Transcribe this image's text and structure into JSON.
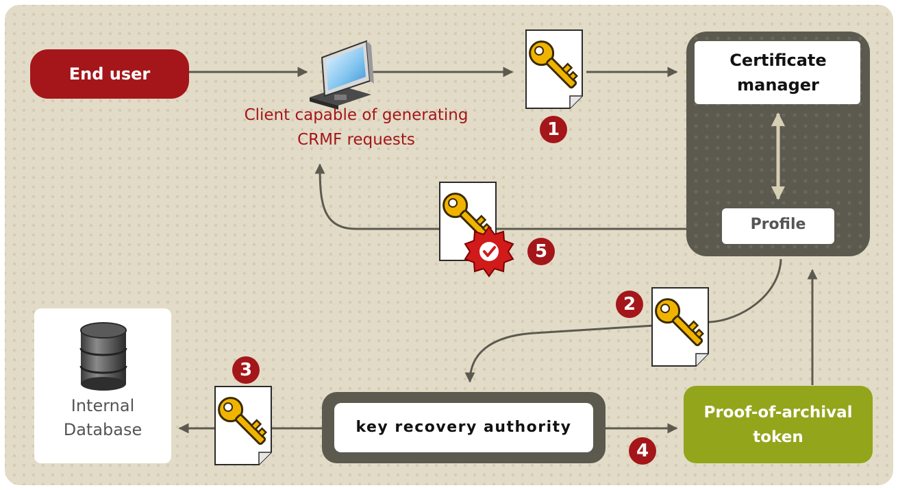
{
  "nodes": {
    "end_user": "End user",
    "client": [
      "Client capable of generating",
      "CRMF requests"
    ],
    "certificate_manager": [
      "Certificate",
      "manager"
    ],
    "profile": "Profile",
    "internal_database": [
      "Internal",
      "Database"
    ],
    "key_recovery_authority": "key recovery authority",
    "proof_of_archival": [
      "Proof-of-archival",
      "token"
    ]
  },
  "steps": [
    "1",
    "2",
    "3",
    "4",
    "5"
  ],
  "colors": {
    "background": "#e2dbc7",
    "accent_red": "#a4161a",
    "dark_panel": "#5c5a4f",
    "green_token": "#93a51b",
    "key_gold": "#f0b400"
  },
  "icons": [
    "monitor-icon",
    "key-document-icon",
    "database-icon",
    "seal-check-icon"
  ]
}
